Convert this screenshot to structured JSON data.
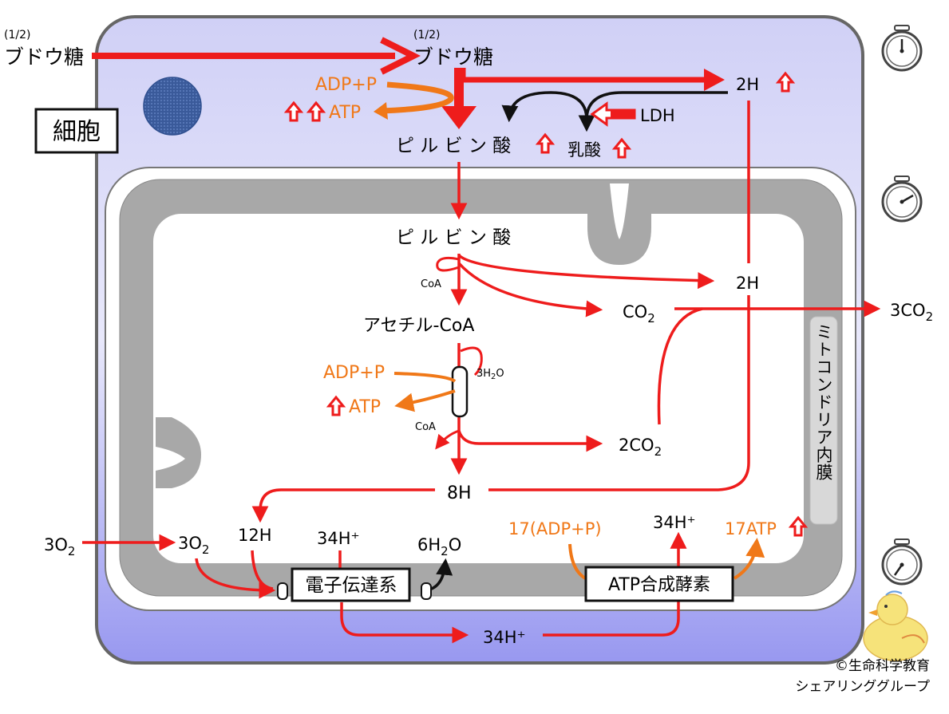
{
  "labels": {
    "glucose_outside": "ブドウ糖",
    "glucose_outside_ratio": "(1/2)",
    "glucose_cell": "ブドウ糖",
    "glucose_cell_ratio": "(1/2)",
    "cell": "細胞",
    "adp_p_top": "ADP+P",
    "atp_top": "ATP",
    "pyruvate_cyto": "ピ ル ビ ン 酸",
    "lactate": "乳酸",
    "ldh": "LDH",
    "h2_top": "2H",
    "pyruvate_mito": "ピ ル ビ ン 酸",
    "coa_1": "CoA",
    "h2_mid": "2H",
    "co2_prefix": "CO",
    "co2_sub": "2",
    "co2_out_prefix": "3CO",
    "co2_out_sub": "2",
    "acetyl_coa": "アセチル-CoA",
    "adp_p_mid": "ADP+P",
    "atp_mid": "ATP",
    "h2o_3_a": "3H",
    "h2o_3_b": "2",
    "h2o_3_c": "O",
    "coa_2": "CoA",
    "co2_2_prefix": "2CO",
    "co2_2_sub": "2",
    "h8": "8H",
    "h12": "12H",
    "o2_out_prefix": "3O",
    "o2_out_sub": "2",
    "o2_in_prefix": "3O",
    "o2_in_sub": "2",
    "h34_a": "34H⁺",
    "h2o_6_a": "6H",
    "h2o_6_b": "2",
    "h2o_6_c": "O",
    "etc": "電子伝達系",
    "adp_17": "17(ADP+P)",
    "h34_b": "34H⁺",
    "atp_17": "17ATP",
    "atp_synthase": "ATP合成酵素",
    "h34_c": "34H⁺",
    "membrane": "ミトコンドリア内膜",
    "credit_1": "©生命科学教育",
    "credit_2": "シェアリンググループ"
  },
  "icons": {
    "stopwatch": "stopwatch-icon",
    "up_arrow": "up-arrow-icon",
    "nucleus": "nucleus-icon",
    "chick": "chick-illustration"
  },
  "colors": {
    "red": "#ee1c1c",
    "orange": "#f07818",
    "black": "#111111",
    "cell_top": "#c8c8f4",
    "cell_bottom": "#9a9af0",
    "membrane": "#a8a8a8"
  }
}
